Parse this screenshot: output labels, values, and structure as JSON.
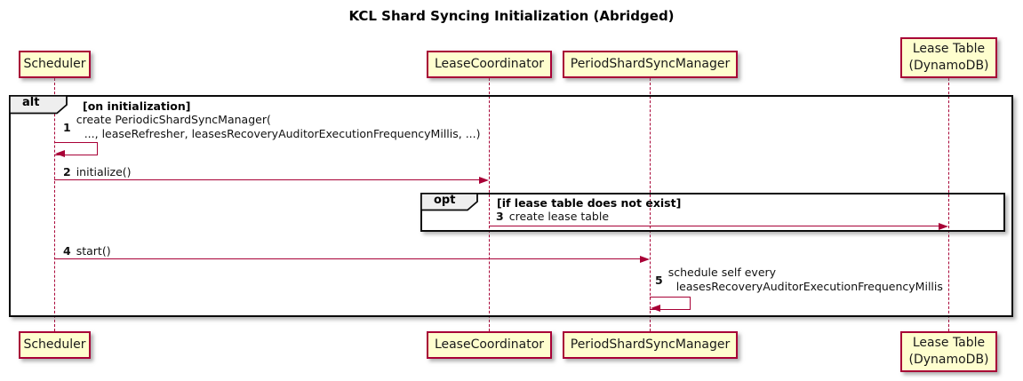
{
  "title": "KCL Shard Syncing Initialization (Abridged)",
  "colors": {
    "participant_fill": "#FEFECE",
    "participant_border": "#A80036",
    "arrow": "#A80036",
    "frame_border": "#000000",
    "operator_label_bg": "#EEEEEE"
  },
  "participants": [
    {
      "label": "Scheduler"
    },
    {
      "label": "LeaseCoordinator"
    },
    {
      "label": "PeriodShardSyncManager"
    },
    {
      "label": "Lease Table",
      "label2": "(DynamoDB)"
    }
  ],
  "frames": {
    "alt": {
      "operator": "alt",
      "guard": "[on initialization]"
    },
    "opt": {
      "operator": "opt",
      "guard": "[if lease table does not exist]"
    }
  },
  "messages": {
    "m1": {
      "num": "1",
      "line1": "create PeriodicShardSyncManager(",
      "line2": "..., leaseRefresher, leasesRecoveryAuditorExecutionFrequencyMillis, ...)"
    },
    "m2": {
      "num": "2",
      "label": "initialize()"
    },
    "m3": {
      "num": "3",
      "label": "create lease table"
    },
    "m4": {
      "num": "4",
      "label": "start()"
    },
    "m5": {
      "num": "5",
      "line1": "schedule self every",
      "line2": "leasesRecoveryAuditorExecutionFrequencyMillis"
    }
  }
}
